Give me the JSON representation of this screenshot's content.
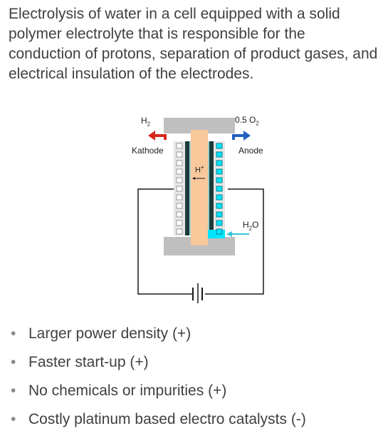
{
  "intro_text": "Electrolysis of water in a cell equipped with a solid polymer electrolyte that is responsible for the conduction of protons, separation of product gases, and electrical insulation of the electrodes.",
  "diagram": {
    "h2_label": "H",
    "h2_sub": "2",
    "o2_label": "0.5 O",
    "o2_sub": "2",
    "kathode_label": "Kathode",
    "anode_label": "Anode",
    "hplus_label": "H",
    "hplus_sup": "+",
    "h2o_label_h": "H",
    "h2o_sub": "2",
    "h2o_label_o": "O",
    "colors": {
      "gray": "#bfbfbf",
      "membrane": "#f9c89b",
      "water": "#00e5ff",
      "h2_arrow": "#d9261c",
      "o2_arrow": "#1f5fc4",
      "wire": "#1a1a1a"
    }
  },
  "bullets": [
    "Larger power density (+)",
    "Faster start-up (+)",
    "No chemicals or impurities (+)",
    "Costly platinum based electro catalysts (-)"
  ],
  "bullet_glyph": "•"
}
